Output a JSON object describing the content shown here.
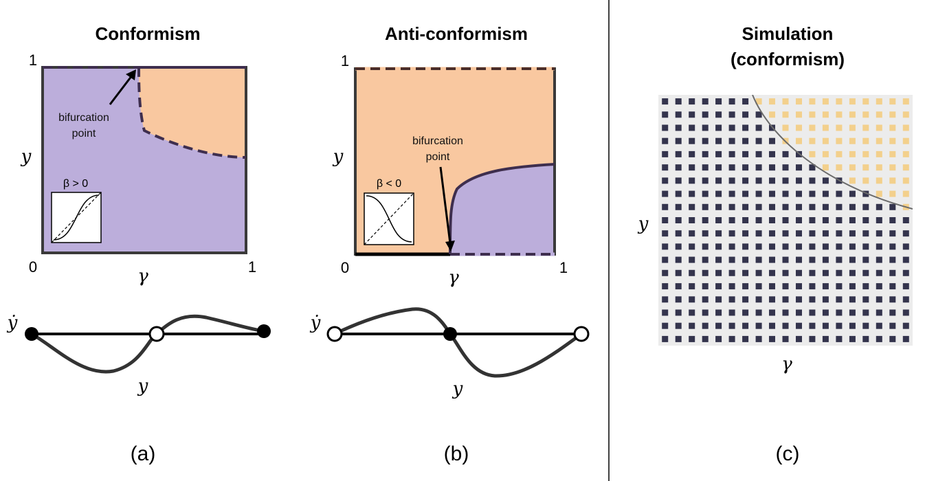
{
  "panels": {
    "a": {
      "title": "Conformism",
      "tick_y1": "1",
      "tick_x0": "0",
      "tick_x1": "1",
      "ylabel": "y",
      "xlabel": "γ",
      "annotation_line1": "bifurcation",
      "annotation_line2": "point",
      "inset_label": "β > 0",
      "phase_ylabel": "ẏ",
      "phase_xlabel": "y",
      "caption": "(a)"
    },
    "b": {
      "title": "Anti-conformism",
      "tick_y1": "1",
      "tick_x0": "0",
      "tick_x1": "1",
      "ylabel": "y",
      "xlabel": "γ",
      "annotation_line1": "bifurcation",
      "annotation_line2": "point",
      "inset_label": "β < 0",
      "phase_ylabel": "ẏ",
      "phase_xlabel": "y",
      "caption": "(b)"
    },
    "c": {
      "title_line1": "Simulation",
      "title_line2": "(conformism)",
      "ylabel": "y",
      "xlabel": "γ",
      "caption": "(c)"
    }
  },
  "colors": {
    "purple": "#bcaedb",
    "orange": "#f9c8a0",
    "border": "#3a3a3a",
    "boundary": "#3e2e4e",
    "sim_bg": "#ececec",
    "sim_dark": "#34344d",
    "sim_orange": "#f3d08c"
  }
}
